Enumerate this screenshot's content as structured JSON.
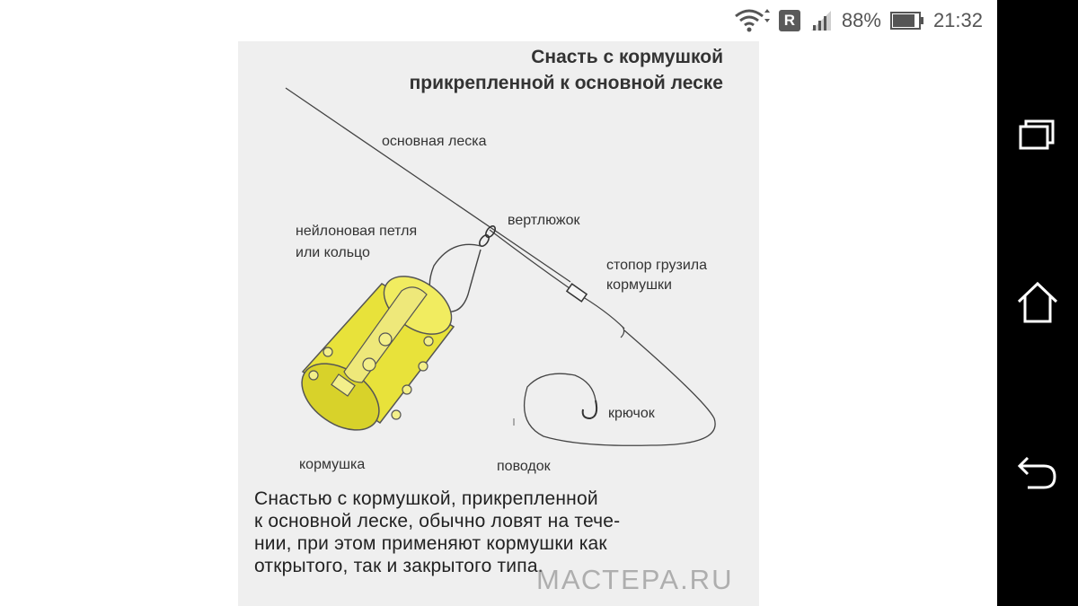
{
  "status_bar": {
    "wifi_icon": "wifi-icon",
    "roaming_badge": "R",
    "signal_icon": "signal-icon",
    "battery_percent": "88%",
    "battery_icon": "battery-icon",
    "time": "21:32"
  },
  "diagram": {
    "title_line1": "Снасть с кормушкой",
    "title_line2": "прикрепленной к основной леске",
    "labels": {
      "main_line": "основная леска",
      "swivel": "вертлюжок",
      "loop_line1": "нейлоновая петля",
      "loop_line2": "или кольцо",
      "stopper_line1": "стопор грузила",
      "stopper_line2": "кормушки",
      "hook": "крючок",
      "feeder": "кормушка",
      "leader": "поводок"
    },
    "feeder_color": "#e8e23a",
    "caption_lines": [
      "Снастью с кормушкой, прикрепленной",
      "к основной леске, обычно ловят на тече-",
      "нии, при этом применяют кормушки как",
      "открытого, так и закрытого типа."
    ],
    "watermark": "МАСТЕРА.RU"
  },
  "nav_bar": {
    "recents_icon": "recents-icon",
    "home_icon": "home-icon",
    "back_icon": "back-icon"
  }
}
